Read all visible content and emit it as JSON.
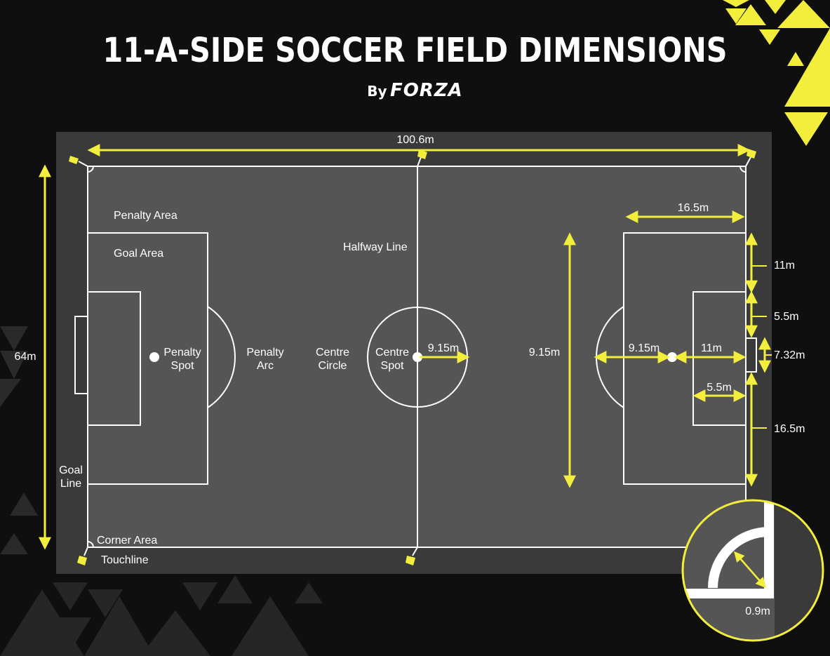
{
  "title": "11-A-SIDE SOCCER FIELD DIMENSIONS",
  "byline": {
    "prefix": "By",
    "brand": "FORZA"
  },
  "colors": {
    "background": "#0f0f10",
    "surround": "#3a3a3a",
    "pitch": "#555555",
    "lines": "#ffffff",
    "accent": "#f2ee3b"
  },
  "labels": {
    "penalty_area": "Penalty Area",
    "goal_area": "Goal Area",
    "halfway_line": "Halfway Line",
    "penalty_spot": [
      "Penalty",
      "Spot"
    ],
    "penalty_arc": [
      "Penalty",
      "Arc"
    ],
    "centre_circle": [
      "Centre",
      "Circle"
    ],
    "centre_spot": [
      "Centre",
      "Spot"
    ],
    "goal_line": [
      "Goal",
      "Line"
    ],
    "corner_area": "Corner Area",
    "touchline": "Touchline"
  },
  "dimensions": {
    "length": "100.6m",
    "width": "64m",
    "penalty_area_depth": "16.5m",
    "penalty_arc_radius": "9.15m",
    "centre_circle_radius": "9.15m",
    "penalty_spot_distance": "11m",
    "goal_area_depth": "5.5m",
    "goal_width": "7.32m",
    "side_11": "11m",
    "side_5_5": "5.5m",
    "side_16_5": "16.5m",
    "spot_arc": "9.15m",
    "corner_radius": "0.9m"
  },
  "icons": {
    "flag": "corner-flag-icon"
  }
}
